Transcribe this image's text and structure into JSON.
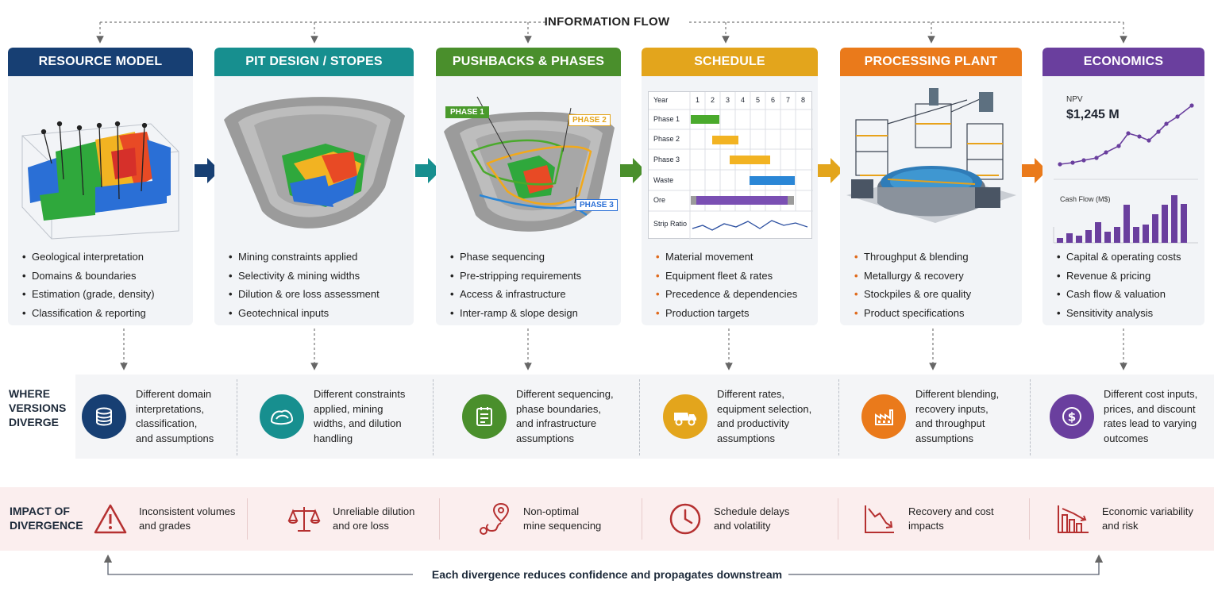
{
  "flow": {
    "title": "INFORMATION FLOW"
  },
  "stages": [
    {
      "title": "RESOURCE MODEL",
      "color": "#173f73",
      "bullet_color": "#222222",
      "bullets": [
        "Geological interpretation",
        "Domains & boundaries",
        "Estimation (grade, density)",
        "Classification & reporting"
      ]
    },
    {
      "title": "PIT DESIGN / STOPES",
      "color": "#178f8f",
      "bullet_color": "#222222",
      "bullets": [
        "Mining constraints applied",
        "Selectivity & mining widths",
        "Dilution & ore loss assessment",
        "Geotechnical inputs"
      ]
    },
    {
      "title": "PUSHBACKS & PHASES",
      "color": "#4a8f2c",
      "bullet_color": "#222222",
      "bullets": [
        "Phase sequencing",
        "Pre-stripping requirements",
        "Access & infrastructure",
        "Inter-ramp & slope design"
      ]
    },
    {
      "title": "SCHEDULE",
      "color": "#e3a51c",
      "bullet_color": "#e06a1c",
      "bullets": [
        "Material movement",
        "Equipment fleet & rates",
        "Precedence & dependencies",
        "Production targets"
      ]
    },
    {
      "title": "PROCESSING PLANT",
      "color": "#ea7a1b",
      "bullet_color": "#e06a1c",
      "bullets": [
        "Throughput & blending",
        "Metallurgy & recovery",
        "Stockpiles & ore quality",
        "Product specifications"
      ]
    },
    {
      "title": "ECONOMICS",
      "color": "#6a3f9e",
      "bullet_color": "#222222",
      "bullets": [
        "Capital & operating costs",
        "Revenue & pricing",
        "Cash flow & valuation",
        "Sensitivity analysis"
      ]
    }
  ],
  "pushbacks": {
    "phase1": "PHASE 1",
    "phase2": "PHASE 2",
    "phase3": "PHASE 3"
  },
  "schedule": {
    "year_label": "Year",
    "years": [
      "1",
      "2",
      "3",
      "4",
      "5",
      "6",
      "7",
      "8"
    ],
    "rows": [
      "Phase 1",
      "Phase 2",
      "Phase 3",
      "Waste",
      "Ore",
      "Strip Ratio"
    ]
  },
  "economics": {
    "npv_label": "NPV",
    "npv_value": "$1,245 M",
    "cashflow_label": "Cash Flow (M$)"
  },
  "diverge": {
    "label": "WHERE\nVERSIONS\nDIVERGE",
    "items": [
      {
        "text": "Different domain\ninterpretations,\nclassification,\nand assumptions",
        "icon": "database-icon",
        "color": "#173f73"
      },
      {
        "text": "Different constraints\napplied, mining\nwidths, and dilution\nhandling",
        "icon": "pit-outline-icon",
        "color": "#178f8f"
      },
      {
        "text": "Different sequencing,\nphase boundaries,\nand infrastructure\nassumptions",
        "icon": "checklist-icon",
        "color": "#4a8f2c"
      },
      {
        "text": "Different rates,\nequipment selection,\nand productivity\nassumptions",
        "icon": "haul-truck-icon",
        "color": "#e3a51c"
      },
      {
        "text": "Different blending,\nrecovery inputs,\nand throughput\nassumptions",
        "icon": "factory-icon",
        "color": "#ea7a1b"
      },
      {
        "text": "Different cost inputs,\nprices, and discount\nrates lead to varying\noutcomes",
        "icon": "dollar-icon",
        "color": "#6a3f9e"
      }
    ]
  },
  "impact": {
    "label": "IMPACT OF\nDIVERGENCE",
    "color": "#b53030",
    "items": [
      {
        "text": "Inconsistent volumes\nand grades",
        "icon": "warning-icon"
      },
      {
        "text": "Unreliable dilution\nand ore loss",
        "icon": "scales-icon"
      },
      {
        "text": "Non-optimal\nmine sequencing",
        "icon": "route-pin-icon"
      },
      {
        "text": "Schedule delays\nand volatility",
        "icon": "clock-icon"
      },
      {
        "text": "Recovery and cost\nimpacts",
        "icon": "downtrend-chart-icon"
      },
      {
        "text": "Economic variability\nand risk",
        "icon": "declining-bars-icon"
      }
    ]
  },
  "bottom": {
    "text": "Each divergence reduces confidence and propagates downstream"
  }
}
